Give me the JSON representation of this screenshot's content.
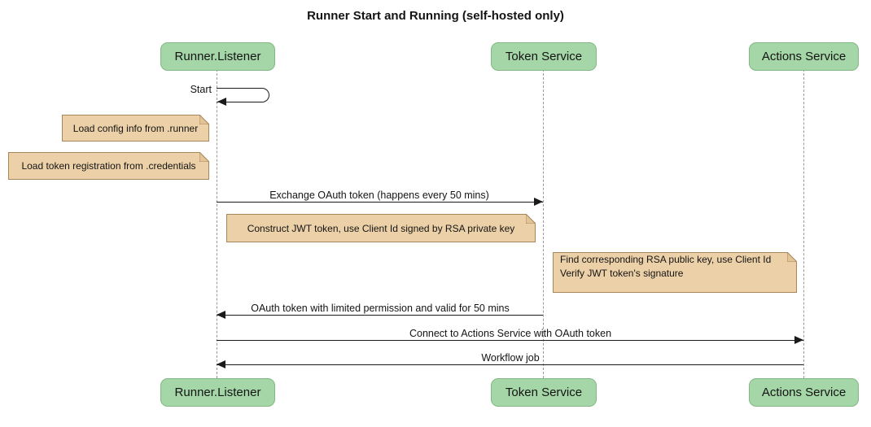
{
  "title": "Runner Start and Running (self-hosted only)",
  "actors": [
    {
      "label": "Runner.Listener"
    },
    {
      "label": "Token Service"
    },
    {
      "label": "Actions Service"
    }
  ],
  "messages": {
    "start": "Start",
    "exchange": "Exchange OAuth token (happens every 50 mins)",
    "oauth_return": "OAuth token with limited permission and valid for 50 mins",
    "connect": "Connect to Actions Service with OAuth token",
    "workflow": "Workflow job"
  },
  "notes": {
    "load_config": "Load config info from .runner",
    "load_token": "Load token registration from .credentials",
    "construct_jwt": "Construct JWT token, use Client Id signed by RSA private key",
    "find_key": {
      "line1": "Find corresponding RSA public key, use Client Id",
      "line2": "Verify JWT token's signature"
    }
  },
  "colors": {
    "actor_fill": "#A5D6A7",
    "actor_border": "#81B883",
    "note_fill": "#ECD0A7",
    "note_border": "#A8865A",
    "lifeline": "#999999",
    "arrow": "#1b1b1b",
    "background": "#ffffff"
  }
}
